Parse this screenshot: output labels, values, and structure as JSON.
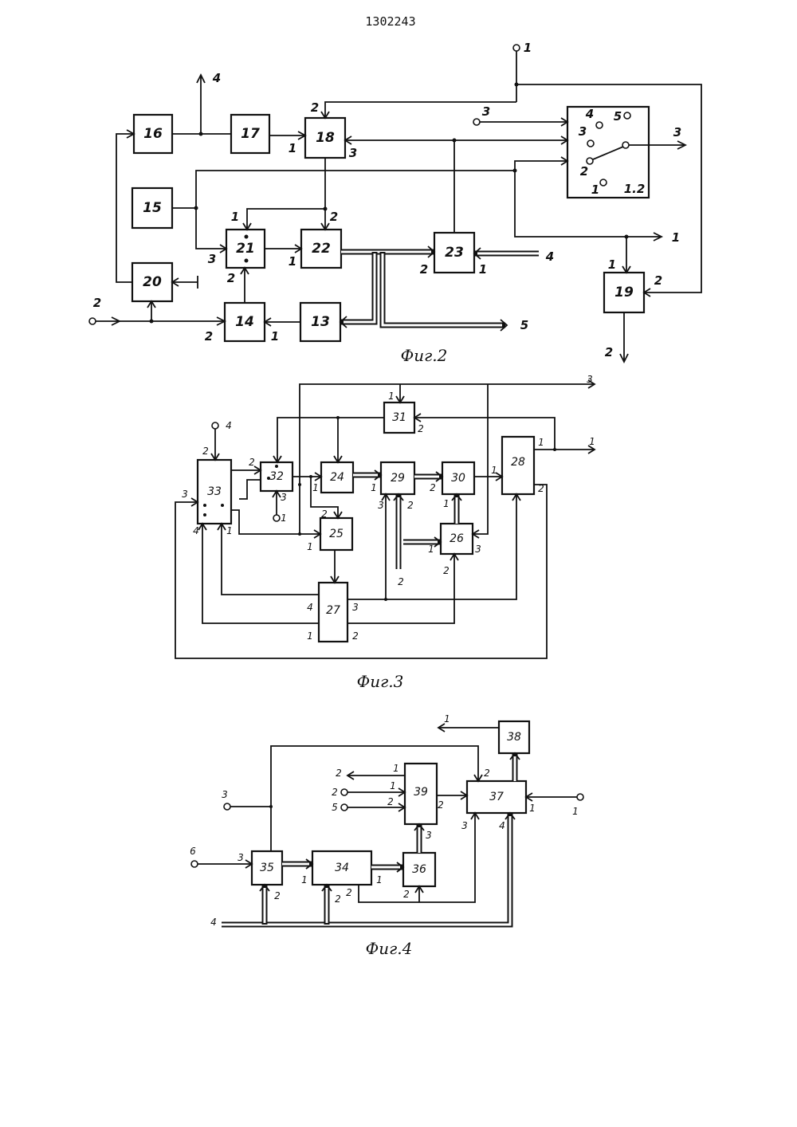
{
  "patent_number": "1302243",
  "figures": [
    {
      "id": "fig2",
      "caption": "Фиг.2",
      "blocks": [
        "13",
        "14",
        "15",
        "16",
        "17",
        "18",
        "19",
        "20",
        "21",
        "22",
        "23"
      ],
      "switch_block": "1.2",
      "terminals": [
        "1",
        "2",
        "3",
        "4",
        "5"
      ]
    },
    {
      "id": "fig3",
      "caption": "Фиг.3",
      "blocks": [
        "24",
        "25",
        "26",
        "27",
        "28",
        "29",
        "30",
        "31",
        "32",
        "33"
      ],
      "terminals": [
        "1",
        "2",
        "3",
        "4"
      ]
    },
    {
      "id": "fig4",
      "caption": "Фиг.4",
      "blocks": [
        "34",
        "35",
        "36",
        "37",
        "38",
        "39"
      ],
      "terminals": [
        "1",
        "2",
        "3",
        "4",
        "5",
        "6"
      ]
    }
  ]
}
